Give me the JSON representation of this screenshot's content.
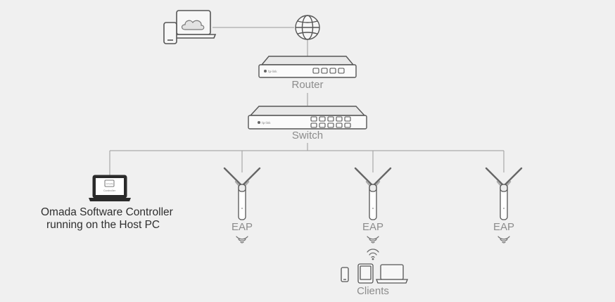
{
  "labels": {
    "router": "Router",
    "switch": "Switch",
    "controller_line1": "Omada Software Controller",
    "controller_line2": "running on the Host PC",
    "eap_1": "EAP",
    "eap_2": "EAP",
    "eap_3": "EAP",
    "clients": "Clients"
  },
  "device_marks": {
    "router_brand": "tp-link",
    "switch_brand": "tp-link",
    "screen_logo": "omada",
    "screen_caption": "Controller"
  },
  "colors": {
    "background": "#f0f0f0",
    "line": "#9a9a9a",
    "device_outline": "#555555",
    "text_dark": "#2f2f2f",
    "text_gray": "#8c8c8c"
  },
  "icons": {
    "internet": "globe-icon",
    "cloud": "cloud-icon",
    "wifi": "wifi-signal-icon"
  }
}
